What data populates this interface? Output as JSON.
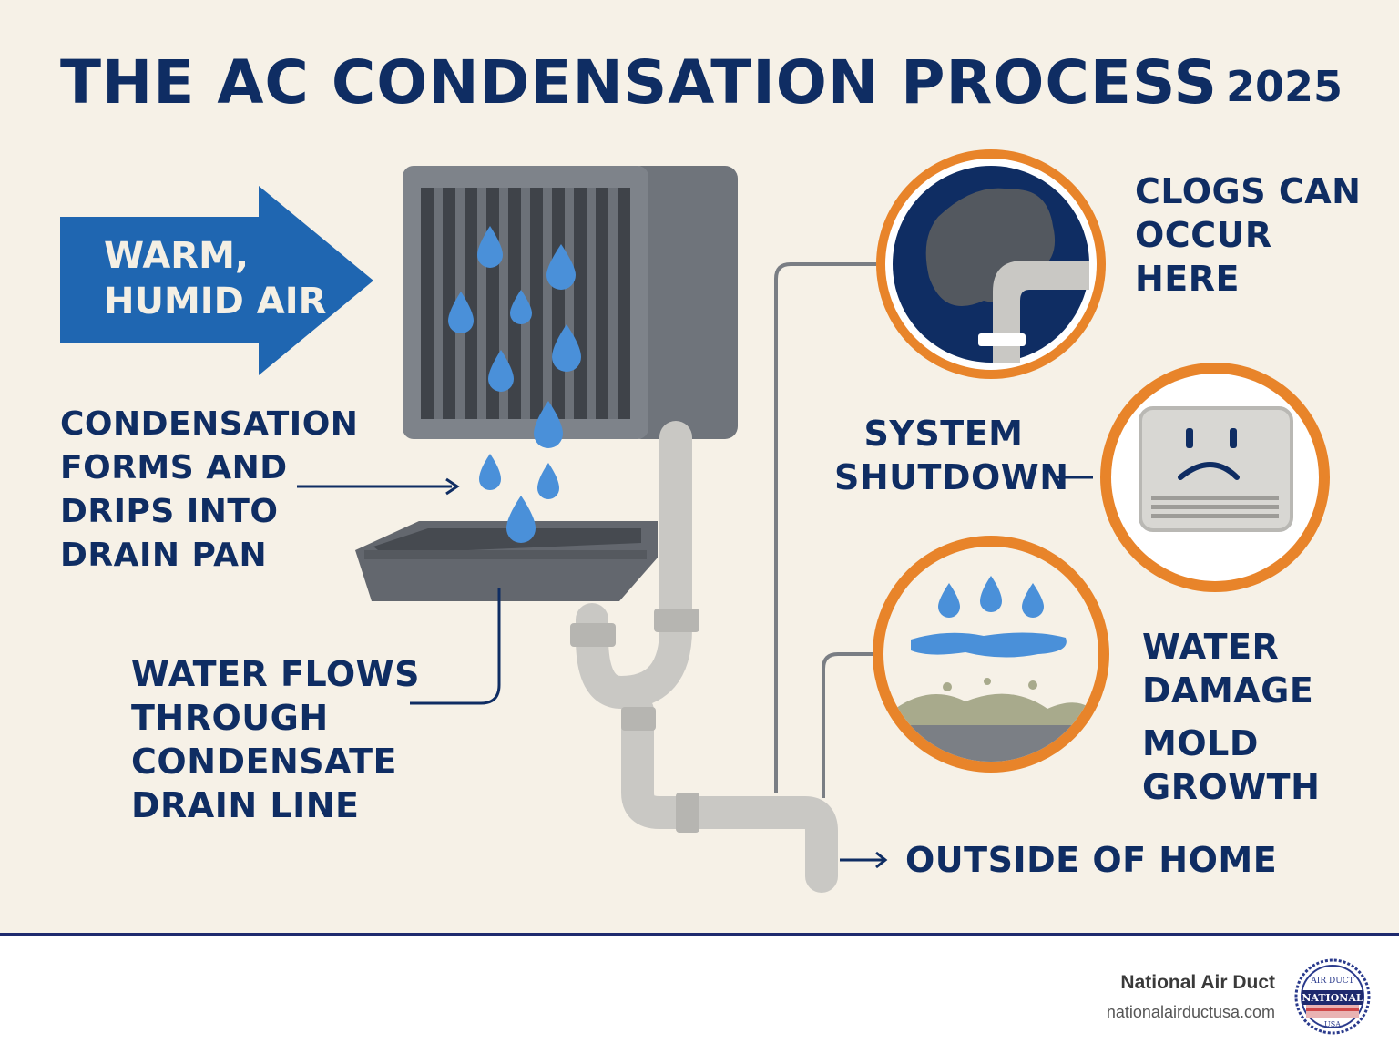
{
  "header": {
    "title": "THE AC CONDENSATION PROCESS",
    "year": "2025"
  },
  "arrow": {
    "lines": [
      "WARM,",
      "HUMID AIR"
    ]
  },
  "labels": {
    "condensation": [
      "CONDENSATION",
      "FORMS AND",
      "DRIPS INTO",
      "DRAIN PAN"
    ],
    "water_flows": [
      "WATER FLOWS",
      "THROUGH",
      "CONDENSATE",
      "DRAIN LINE"
    ],
    "clogs": [
      "CLOGS CAN",
      "OCCUR",
      "HERE"
    ],
    "shutdown": [
      "SYSTEM",
      "SHUTDOWN"
    ],
    "damage": [
      "WATER",
      "DAMAGE",
      "MOLD",
      "GROWTH"
    ],
    "outside": "OUTSIDE OF HOME"
  },
  "footer": {
    "brand": "National Air Duct",
    "url": "nationalairductusa.com",
    "logo_text": [
      "AIR DUCT",
      "NATIONAL",
      "USA"
    ]
  },
  "colors": {
    "navy": "#0f2d63",
    "accent_orange": "#e8842a",
    "arrow_blue": "#1f66b1",
    "drop_blue": "#4a90d9",
    "background": "#f6f1e7"
  },
  "icons": [
    "water-drop-icon",
    "sad-face-icon",
    "clog-icon",
    "puddle-icon"
  ]
}
